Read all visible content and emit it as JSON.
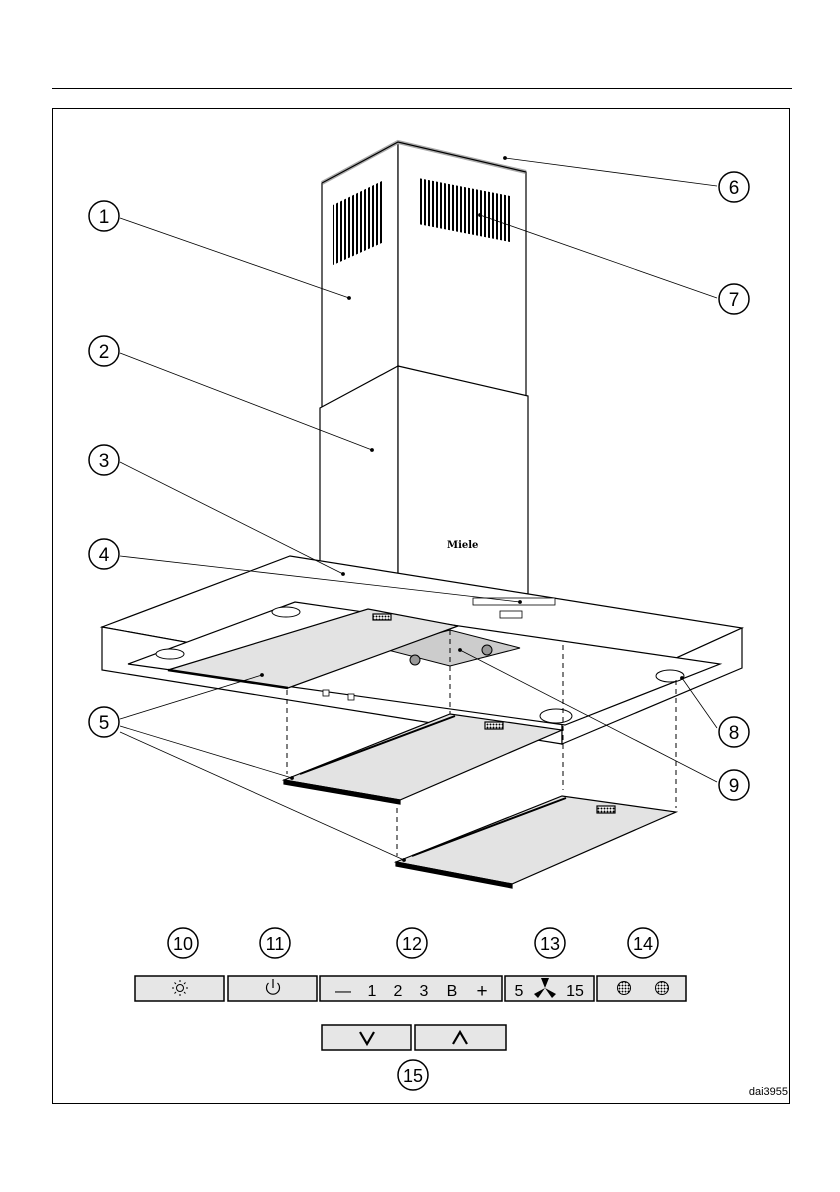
{
  "brand": "Miele",
  "figure_code": "dai3955",
  "callouts": [
    "1",
    "2",
    "3",
    "4",
    "5",
    "6",
    "7",
    "8",
    "9",
    "10",
    "11",
    "12",
    "13",
    "14",
    "15"
  ],
  "controls": {
    "fan_speeds": [
      "1",
      "2",
      "3",
      "B"
    ],
    "minus": "—",
    "plus": "+",
    "timer_short": "5",
    "timer_long": "15"
  }
}
